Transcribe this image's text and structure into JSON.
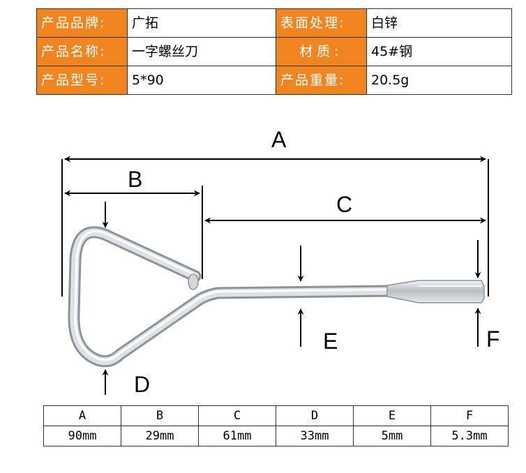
{
  "spec": {
    "rows": [
      {
        "label_left": "产品品牌:",
        "value_left": "广拓",
        "label_right": "表面处理:",
        "value_right": "白锌"
      },
      {
        "label_left": "产品名称:",
        "value_left": "一字螺丝刀",
        "label_right": "材质:",
        "value_right": "45#钢"
      },
      {
        "label_left": "产品型号:",
        "value_left": "5*90",
        "label_right": "产品重量:",
        "value_right": "20.5g"
      }
    ],
    "label_color": "#f08520"
  },
  "diagram": {
    "labels": {
      "A": "A",
      "B": "B",
      "C": "C",
      "D": "D",
      "E": "E",
      "F": "F"
    },
    "tool_color": "#c9ccd0"
  },
  "dimensions": {
    "headers": [
      "A",
      "B",
      "C",
      "D",
      "E",
      "F"
    ],
    "values": [
      "90mm",
      "29mm",
      "61mm",
      "33mm",
      "5mm",
      "5.3mm"
    ]
  }
}
